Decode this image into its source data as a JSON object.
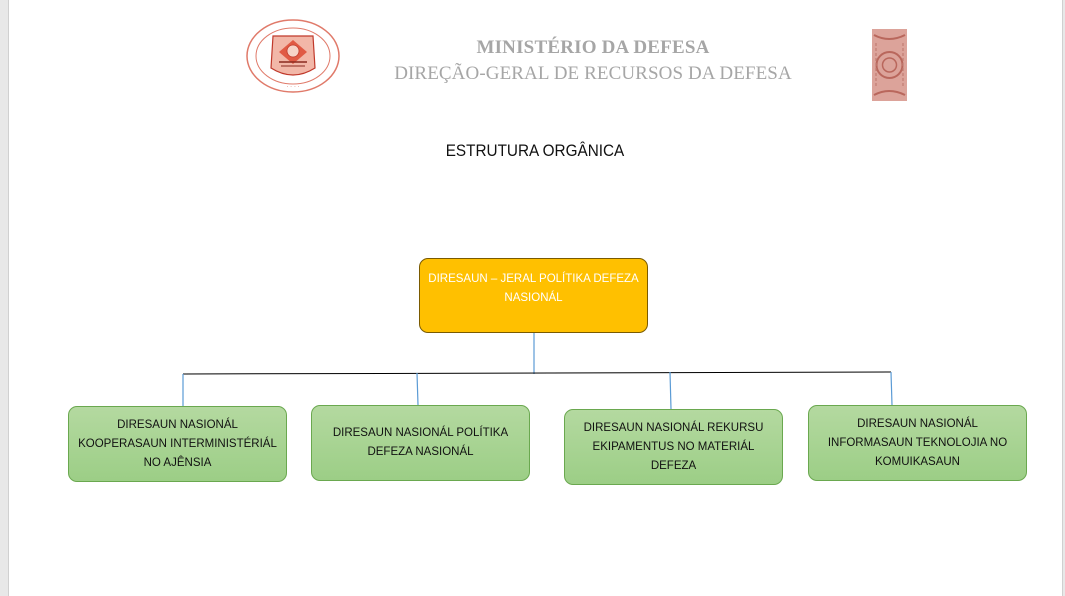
{
  "header": {
    "ministry": "MINISTÉRIO DA DEFESA",
    "directorate": "DIREÇÃO-GERAL DE RECURSOS DA DEFESA"
  },
  "document_title": "ESTRUTURA ORGÂNICA",
  "org_chart": {
    "top": "DIRESAUN – JERAL POLÍTIKA DEFEZA NASIONÁL",
    "children": [
      "DIRESAUN NASIONÁL KOOPERASAUN INTERMINISTÉRIÁL NO AJÊNSIA",
      "DIRESAUN NASIONÁL POLÍTIKA DEFEZA NASIONÁL",
      "DIRESAUN NASIONÁL REKURSU EKIPAMENTUS NO MATERIÁL DEFEZA",
      "DIRESAUN NASIONÁL INFORMASAUN TEKNOLOJIA NO KOMUIKASAUN"
    ]
  },
  "colors": {
    "top_box": "#ffc000",
    "child_box": "#a9d18e",
    "connector_vertical": "#5b9bd5",
    "connector_horizontal": "#000000",
    "header_text": "#a6a6a6"
  },
  "icons": {
    "seal": "timor-leste-national-seal",
    "emblem": "traditional-motif-emblem"
  }
}
